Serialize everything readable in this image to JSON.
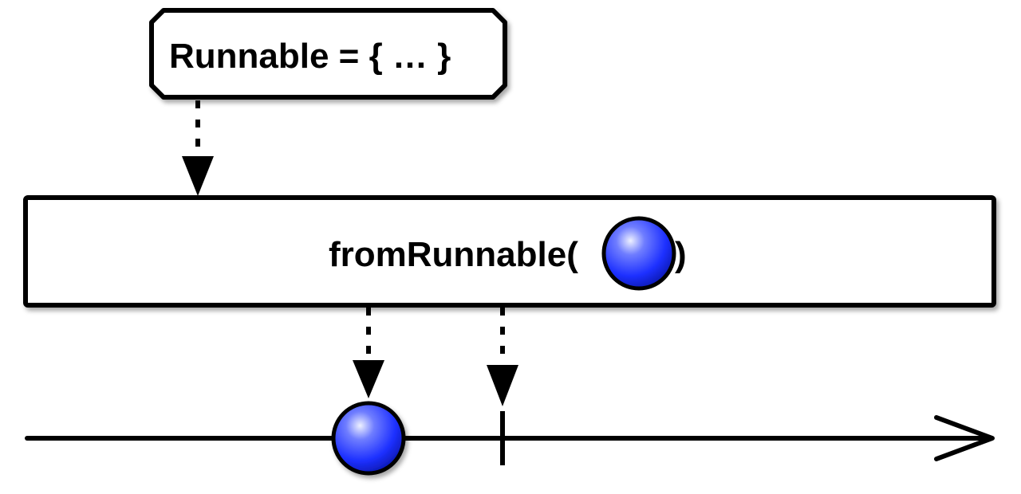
{
  "diagram": {
    "source_label": "Runnable = { … }",
    "operator_label_prefix": "fromRunnable(",
    "operator_label_suffix": ")",
    "timeline": {
      "emitted_item": "blue-marble",
      "completion_marker": "vertical-tick"
    }
  },
  "colors": {
    "marble": "#1d30ff",
    "marble_highlight": "#cfd6ff",
    "stroke": "#000000",
    "background": "#ffffff"
  }
}
